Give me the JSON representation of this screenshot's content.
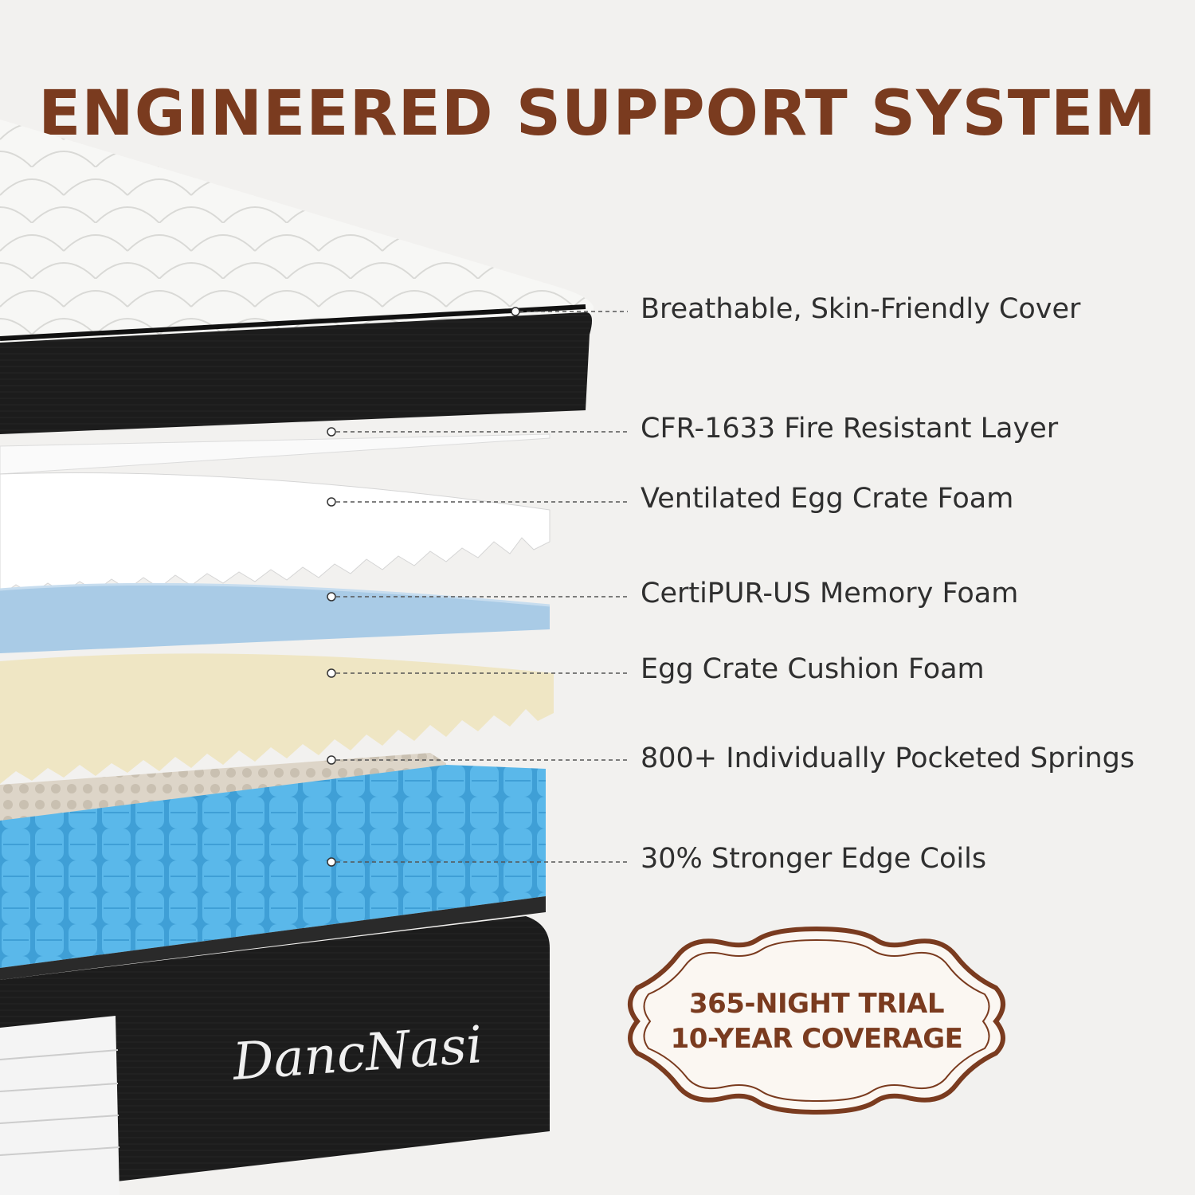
{
  "title": "ENGINEERED SUPPORT SYSTEM",
  "layers": [
    {
      "label": "Breathable, Skin-Friendly Cover"
    },
    {
      "label": "CFR-1633 Fire Resistant Layer"
    },
    {
      "label": "Ventilated Egg Crate Foam"
    },
    {
      "label": "CertiPUR-US Memory Foam"
    },
    {
      "label": "Egg Crate Cushion Foam"
    },
    {
      "label": "800+ Individually Pocketed Springs"
    },
    {
      "label": "30% Stronger Edge Coils"
    }
  ],
  "badge": {
    "line1": "365-NIGHT TRIAL",
    "line2": "10-YEAR COVERAGE"
  },
  "brand": "DancNasi",
  "colors": {
    "accent": "#7a3b1f",
    "memory_foam": "#a9cbe6",
    "cushion_foam": "#efe6c4",
    "coils": "#5ab8ea",
    "cover": "#1c1c1c"
  }
}
